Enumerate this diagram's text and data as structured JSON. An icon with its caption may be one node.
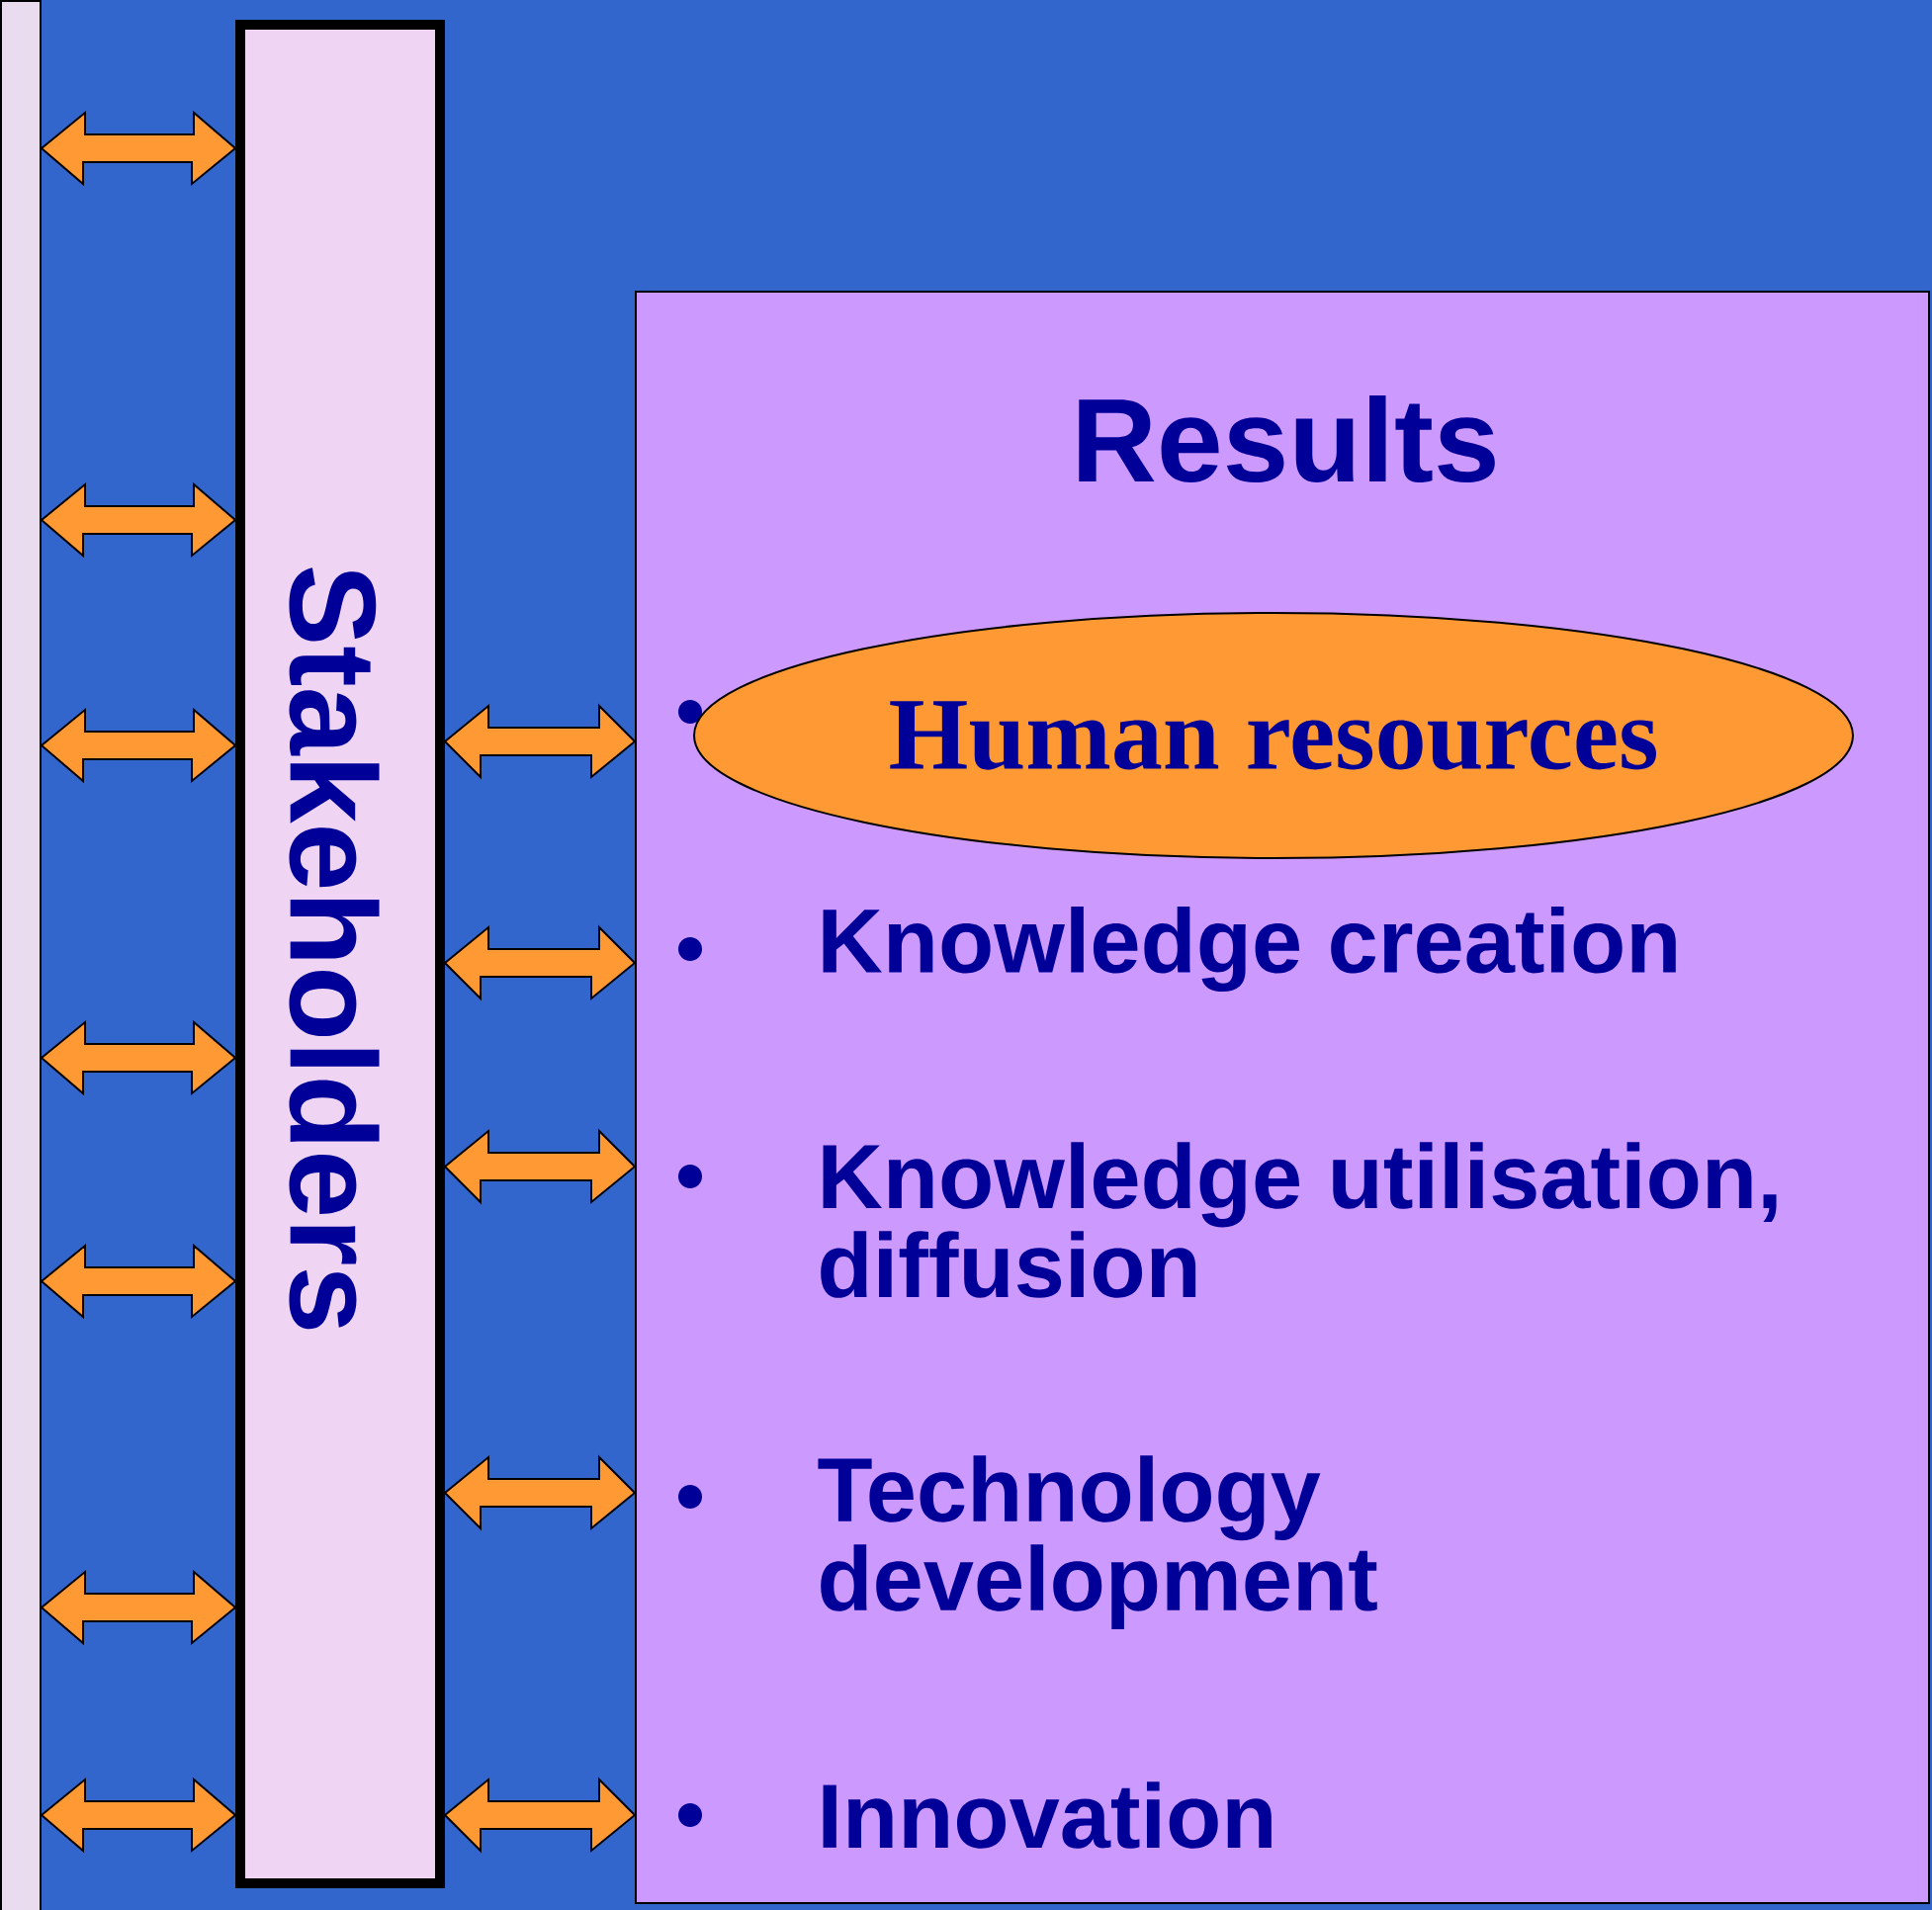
{
  "diagram": {
    "nodes": [
      {
        "text": [],
        "shape": "box"
      },
      {
        "text": [
          "Stakeholders"
        ]
      },
      {
        "text": [
          "Results"
        ]
      },
      {
        "text": [
          "Human resources"
        ],
        "in": 2
      },
      {
        "text": [
          "Knowledge creation"
        ],
        "in": 2
      },
      {
        "text": [
          "Knowledge utilisation, diffusion"
        ],
        "in": 2
      },
      {
        "text": [
          "Technology development"
        ],
        "in": 2
      },
      {
        "text": [
          "Innovation"
        ],
        "in": 2
      }
    ],
    "edges": [
      {
        "from": 0,
        "to": 1,
        "arrow": "both"
      },
      {
        "from": 0,
        "to": 1,
        "arrow": "both"
      },
      {
        "from": 0,
        "to": 1,
        "arrow": "both"
      },
      {
        "from": 0,
        "to": 1,
        "arrow": "both"
      },
      {
        "from": 0,
        "to": 1,
        "arrow": "both"
      },
      {
        "from": 0,
        "to": 1,
        "arrow": "both"
      },
      {
        "from": 0,
        "to": 1,
        "arrow": "both"
      },
      {
        "from": 1,
        "to": 2,
        "arrow": "both"
      },
      {
        "from": 1,
        "to": 2,
        "arrow": "both"
      },
      {
        "from": 1,
        "to": 2,
        "arrow": "both"
      },
      {
        "from": 1,
        "to": 2,
        "arrow": "both"
      },
      {
        "from": 1,
        "to": 2,
        "arrow": "both"
      }
    ]
  }
}
